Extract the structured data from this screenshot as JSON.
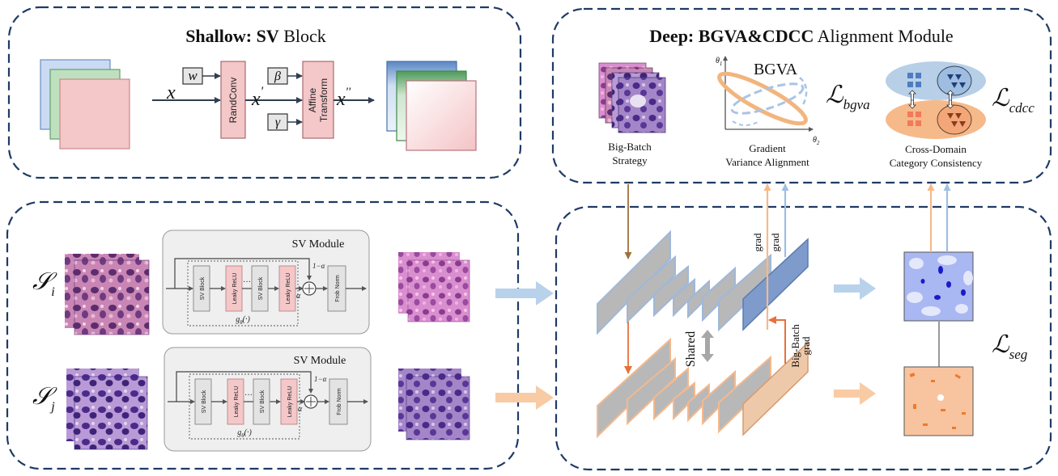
{
  "panels": {
    "shallow": {
      "title_bold": "Shallow: SV",
      "title_rest": " Block",
      "x_in": "x",
      "x_mid": "x",
      "x_mid_prime": "'",
      "x_out": "x",
      "x_out_prime": "''",
      "w": "w",
      "beta": "β",
      "gamma": "γ",
      "randconv": "RandConv",
      "affine_1": "Affine",
      "affine_2": "Transform"
    },
    "deep": {
      "title_bold": "Deep: BGVA&CDCC",
      "title_rest": " Alignment Module",
      "bigbatch_1": "Big-Batch",
      "bigbatch_2": "Strategy",
      "bgva": "BGVA",
      "theta1": "θ",
      "theta1_sub": "1",
      "theta2": "θ",
      "theta2_sub": "2",
      "gva_1": "Gradient",
      "gva_2": "Variance Alignment",
      "loss_bgva": "ℒ",
      "loss_bgva_sub": "bgva",
      "cdcc_1": "Cross-Domain",
      "cdcc_2": "Category Consistency",
      "loss_cdcc": "ℒ",
      "loss_cdcc_sub": "cdcc"
    },
    "sv_module": {
      "rows": [
        {
          "domain": "𝒮",
          "domain_sub": "i"
        },
        {
          "domain": "𝒮",
          "domain_sub": "j"
        }
      ],
      "title": "SV Module",
      "sv_block": "SV Block",
      "leaky_relu": "Leaky ReLU",
      "frob_norm": "Frob Norm",
      "dots": "···",
      "one_minus_alpha": "1−α",
      "alpha": "α",
      "g_theta": "g",
      "g_theta_sub": "θ",
      "g_theta_arg": "(·)"
    },
    "network": {
      "grad_1": "grad",
      "grad_2": "grad",
      "shared": "Shared",
      "bigbatch_grad_1": "Big-Batch",
      "bigbatch_grad_2": "grad",
      "loss_seg": "ℒ",
      "loss_seg_sub": "seg"
    }
  },
  "colors": {
    "panel_border": "#1f3a66",
    "pink": "#f4c7c9",
    "pink_border": "#c98a8e",
    "blue_stream": "#9fbfe0",
    "orange_stream": "#f6b98a",
    "gray_layer": "#b3b3b3",
    "blue_layer": "#7e9bcc",
    "orange_layer": "#eec9a9"
  }
}
